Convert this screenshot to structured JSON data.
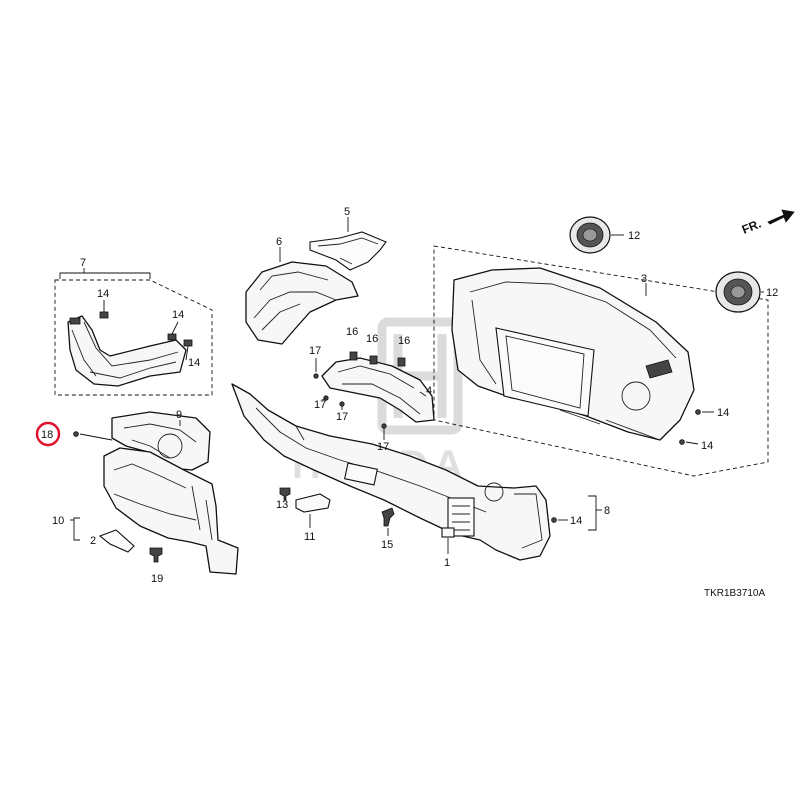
{
  "watermark": "HONDA",
  "direction_label": "FR.",
  "diagram_code": "TKR1B3710A",
  "highlighted_callout": "18",
  "highlight_color": "#e0102a",
  "callouts": [
    {
      "id": "c1",
      "label": "1"
    },
    {
      "id": "c2",
      "label": "2"
    },
    {
      "id": "c3",
      "label": "3"
    },
    {
      "id": "c4",
      "label": "4"
    },
    {
      "id": "c5",
      "label": "5"
    },
    {
      "id": "c6",
      "label": "6"
    },
    {
      "id": "c7",
      "label": "7"
    },
    {
      "id": "c8",
      "label": "8"
    },
    {
      "id": "c9",
      "label": "9"
    },
    {
      "id": "c10",
      "label": "10"
    },
    {
      "id": "c11",
      "label": "11"
    },
    {
      "id": "c12a",
      "label": "12"
    },
    {
      "id": "c12b",
      "label": "12"
    },
    {
      "id": "c13",
      "label": "13"
    },
    {
      "id": "c14a",
      "label": "14"
    },
    {
      "id": "c14b",
      "label": "14"
    },
    {
      "id": "c14c",
      "label": "14"
    },
    {
      "id": "c14d",
      "label": "14"
    },
    {
      "id": "c14e",
      "label": "14"
    },
    {
      "id": "c14f",
      "label": "14"
    },
    {
      "id": "c15",
      "label": "15"
    },
    {
      "id": "c16a",
      "label": "16"
    },
    {
      "id": "c16b",
      "label": "16"
    },
    {
      "id": "c16c",
      "label": "16"
    },
    {
      "id": "c17a",
      "label": "17"
    },
    {
      "id": "c17b",
      "label": "17"
    },
    {
      "id": "c17c",
      "label": "17"
    },
    {
      "id": "c17d",
      "label": "17"
    },
    {
      "id": "c18",
      "label": "18"
    },
    {
      "id": "c19",
      "label": "19"
    }
  ]
}
